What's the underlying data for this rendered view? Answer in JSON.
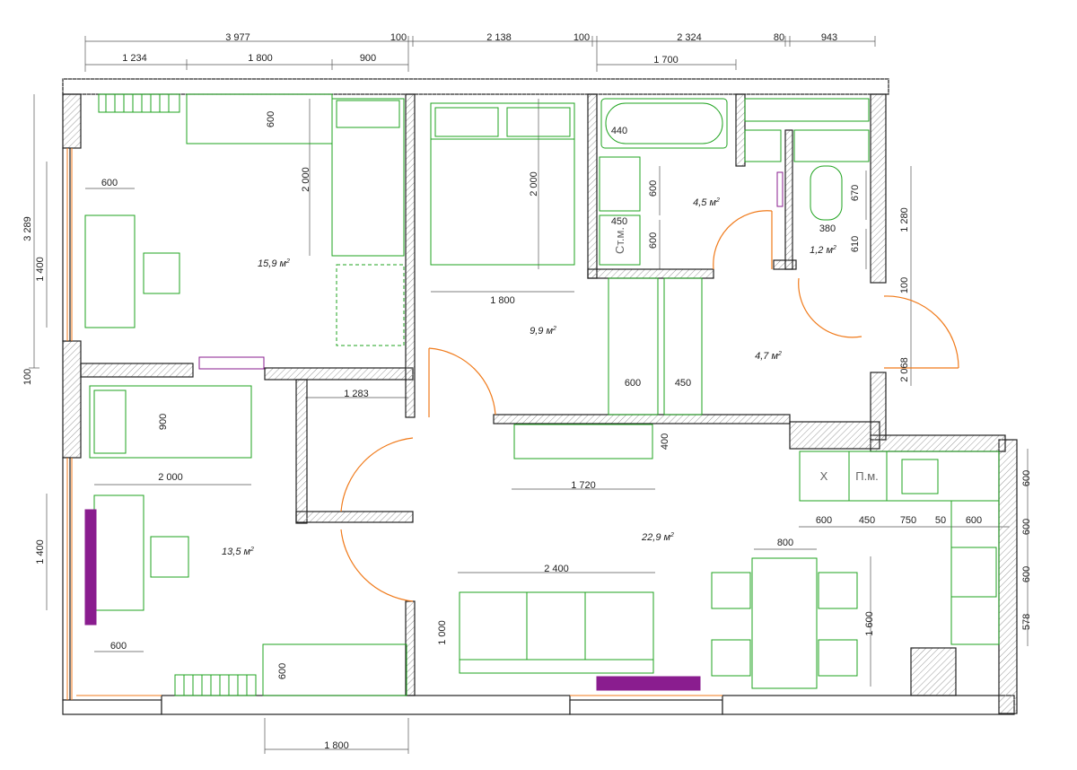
{
  "dimensions": {
    "top_row1": [
      "3 977",
      "100",
      "2 138",
      "100",
      "2 324",
      "80",
      "943"
    ],
    "top_row2": [
      "1 234",
      "1 800",
      "900",
      "1 700"
    ],
    "left": [
      "3 289",
      "1 400",
      "100",
      "1 400"
    ],
    "right": [
      "1 280",
      "100",
      "2 068",
      "600",
      "600",
      "600",
      "578"
    ],
    "interior": {
      "wardrobe_depth": "600",
      "bed_length_1": "2 000",
      "bed_length_2": "2 000",
      "desk_width_1": "600",
      "bed_width_master": "1 800",
      "bath_width": "440",
      "bath_depth": "600",
      "washer_width": "450",
      "washer_depth": "600",
      "wc_height": "670",
      "wc_width": "380",
      "wc_depth": "610",
      "corridor_width": "1 283",
      "child_bed_width": "900",
      "child_bed_length": "2 000",
      "desk_width_2": "600",
      "wardrobe_hall_1": "600",
      "wardrobe_hall_2": "450",
      "tv_depth": "400",
      "tv_width": "1 720",
      "sofa_width": "2 400",
      "sofa_depth": "1 000",
      "dresser_depth": "600",
      "kitchen_1": "600",
      "kitchen_2": "450",
      "kitchen_3": "750",
      "kitchen_4": "50",
      "kitchen_5": "600",
      "table_width": "800",
      "table_length": "1 600",
      "bottom_window": "1 800"
    }
  },
  "areas": {
    "bedroom_1": "15,9 м",
    "bedroom_2": "9,9 м",
    "bathroom": "4,5 м",
    "wc": "1,2 м",
    "hall": "4,7 м",
    "child_room": "13,5 м",
    "living": "22,9 м"
  },
  "labels": {
    "washer": "Ст.м.",
    "fridge": "Х",
    "dishwasher": "П.м."
  },
  "colors": {
    "furniture": "#1fa31f",
    "door": "#f07a1a",
    "radiator": "#8a1d8f",
    "wall_fill": "#ffffff",
    "wall_stroke": "#222222",
    "dim_line": "#555555"
  }
}
